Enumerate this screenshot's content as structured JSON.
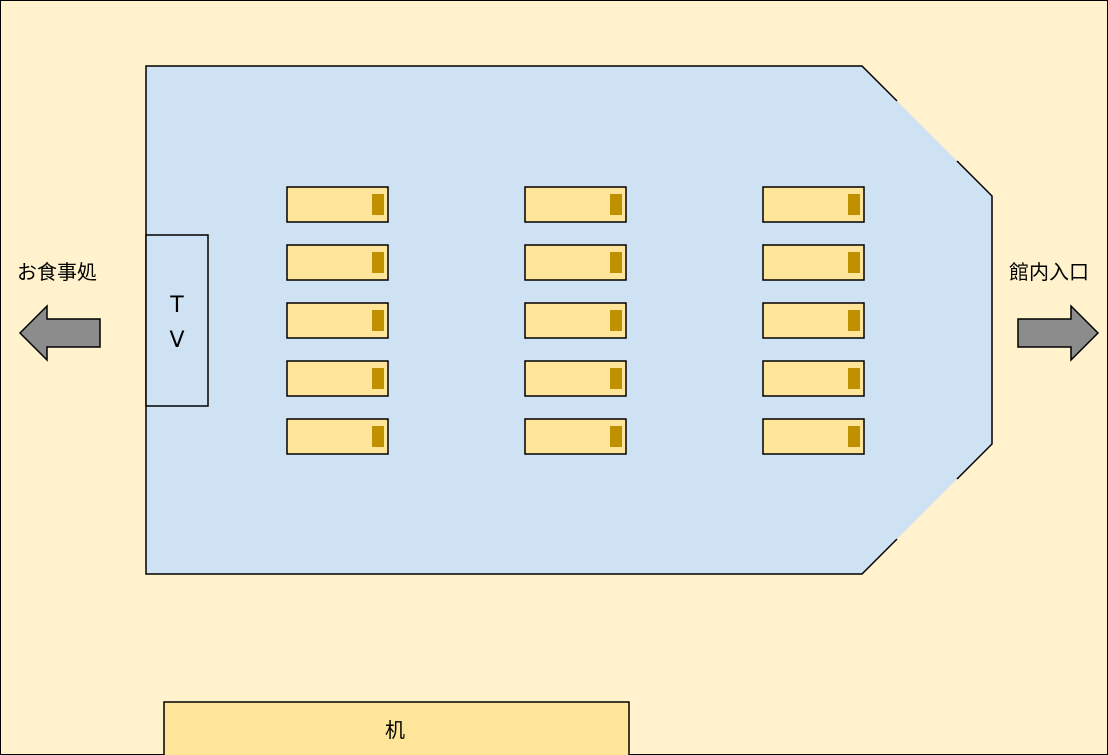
{
  "labels": {
    "left_exit": "お食事処",
    "right_exit": "館内入口",
    "tv_line1": "T",
    "tv_line2": "V",
    "desk": "机"
  },
  "colors": {
    "background": "#fff2cc",
    "room": "#cfe2f3",
    "seat": "#ffe599",
    "seat_marker": "#bf9000",
    "arrow": "#8c8c8c",
    "outline": "#000000"
  },
  "seating": {
    "columns": 3,
    "rows": 5
  },
  "icons": {
    "left_arrow": "arrow-left-icon",
    "right_arrow": "arrow-right-icon"
  }
}
